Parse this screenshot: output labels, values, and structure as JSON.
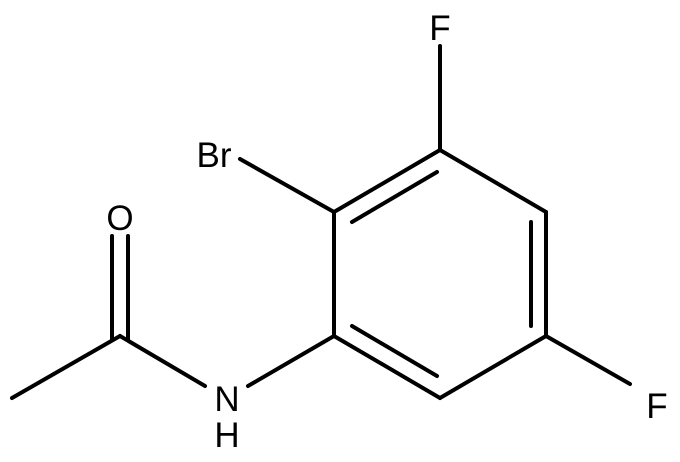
{
  "molecule": {
    "atoms": {
      "fluorine_top": "F",
      "bromine": "Br",
      "oxygen": "O",
      "nitrogen": "N",
      "hydrogen": "H",
      "fluorine_right": "F"
    },
    "colors": {
      "bond": "#000000",
      "label": "#000000",
      "background": "#ffffff"
    }
  }
}
